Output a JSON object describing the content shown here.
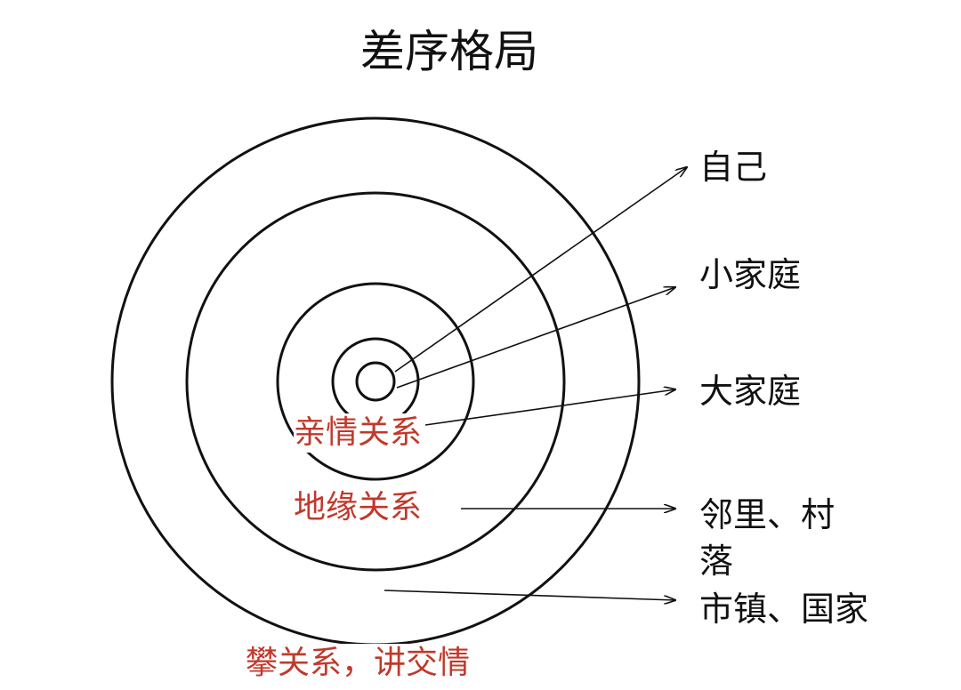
{
  "title": "差序格局",
  "labels": {
    "self": "自己",
    "small_family": "小家庭",
    "big_family": "大家庭",
    "neighbors_line1": "邻里、村",
    "neighbors_line2": "落",
    "town_state": "市镇、国家"
  },
  "relations": {
    "kinship": "亲情关系",
    "geographic": "地缘关系",
    "social": "攀关系，讲交情"
  },
  "colors": {
    "line": "#111111",
    "relation_text": "#c0392b"
  }
}
